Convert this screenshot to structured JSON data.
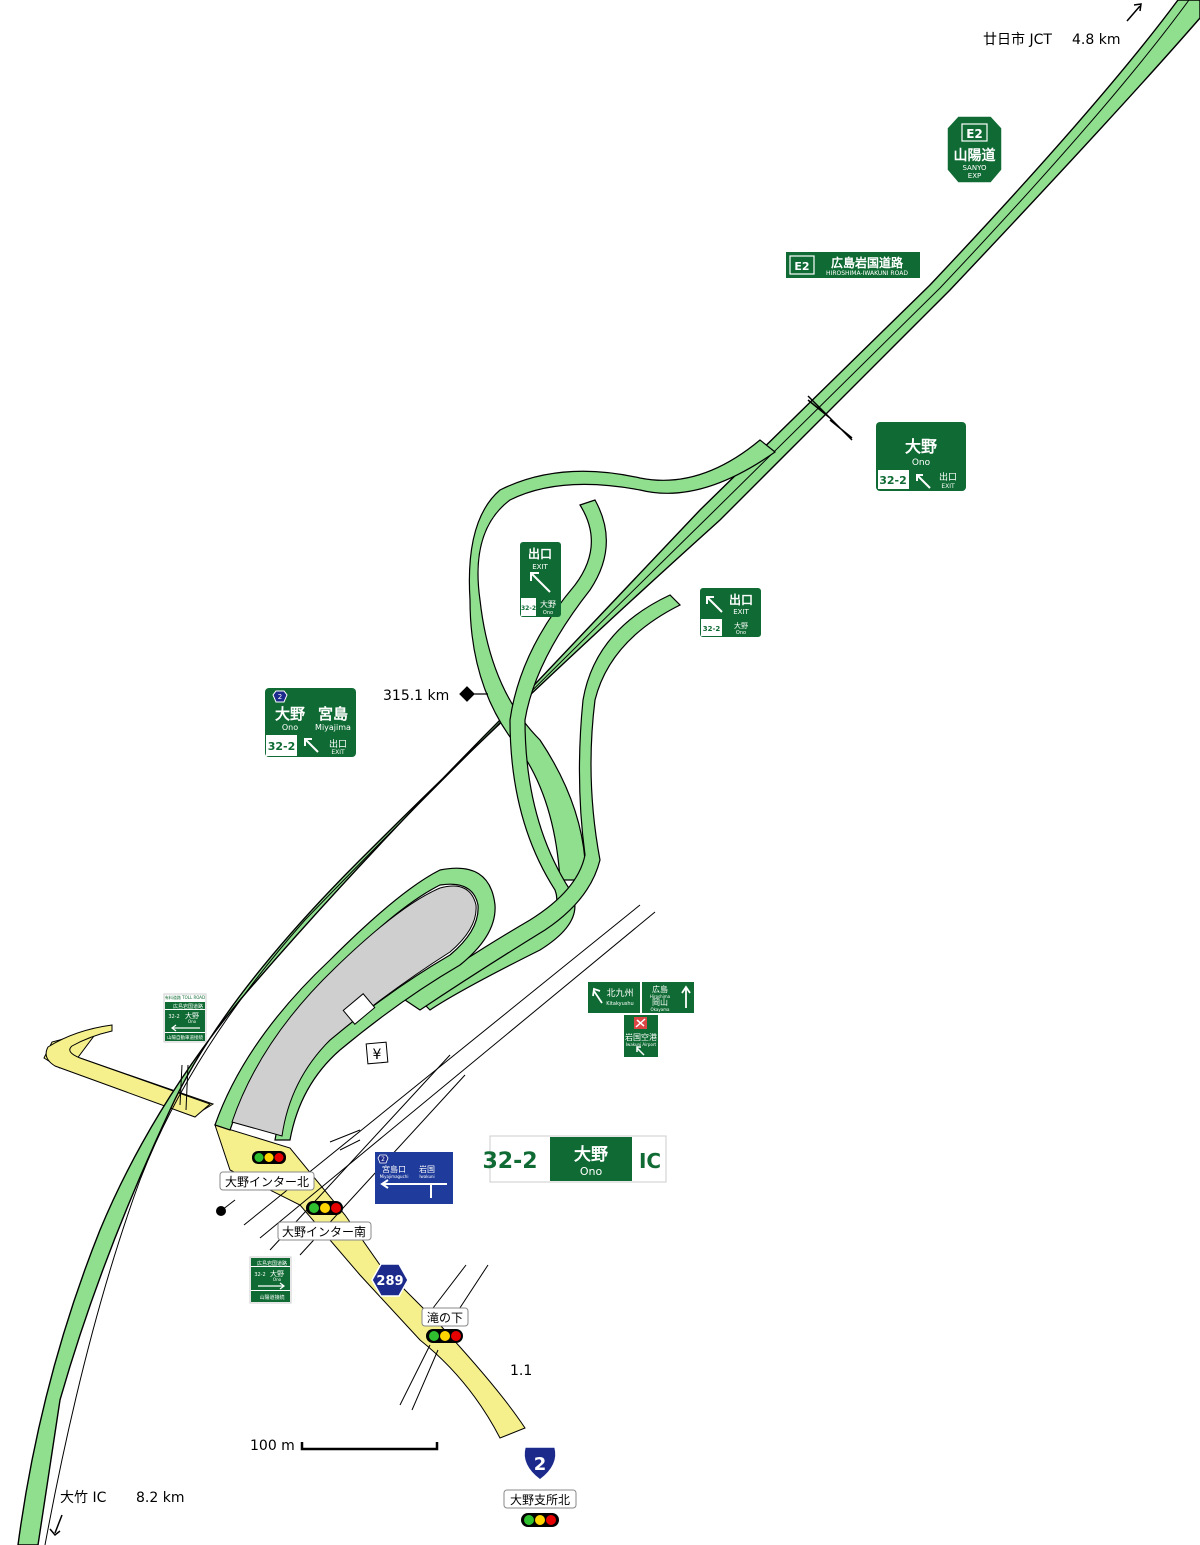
{
  "colors": {
    "expressway": "#8fdf8f",
    "expressway_edge": "#2f6f2f",
    "local_road": "#f5f08c",
    "toll_plaza": "#cfcfcf",
    "sign_green": "#0f6b33",
    "sign_blue": "#1f3b9b",
    "national_route": "#1c2a8c",
    "signal_red": "#e60000",
    "signal_yellow": "#ffd400",
    "signal_green": "#2fbf2f"
  },
  "directions": {
    "north": {
      "name": "廿日市 JCT",
      "distance": "4.8 km"
    },
    "south": {
      "name": "大竹 IC",
      "distance": "8.2 km"
    }
  },
  "shields": {
    "expressway_code": "E2",
    "expressway_name": "山陽道",
    "expressway_name_en": "SANYO",
    "expressway_suffix": "EXP",
    "road_name": "広島岩国道路",
    "road_name_en": "HIROSHIMA-IWAKUNI ROAD",
    "route_289": "289",
    "route_2": "2"
  },
  "kilopost": "315.1 km",
  "interchange": {
    "number": "32-2",
    "name": "大野",
    "name_en": "Ono",
    "suffix": "IC"
  },
  "signs": {
    "advance": {
      "name": "大野",
      "name_en": "Ono",
      "number": "32-2",
      "exit": "出口",
      "exit_en": "EXIT"
    },
    "gore": {
      "exit": "出口",
      "exit_en": "EXIT",
      "number": "32-2",
      "name": "大野",
      "name_en": "Ono"
    },
    "exit_right": {
      "exit": "出口",
      "exit_en": "EXIT",
      "number": "32-2",
      "name": "大野",
      "name_en": "Ono"
    },
    "southbound": {
      "route": "2",
      "name1": "大野",
      "name1_en": "Ono",
      "name2": "宮島",
      "name2_en": "Miyajima",
      "number": "32-2",
      "exit": "出口",
      "exit_en": "EXIT"
    },
    "ramp_guide": {
      "left": "北九州",
      "left_en": "Kitakyushu",
      "right1": "広島",
      "right1_en": "Hiroshima",
      "right2": "岡山",
      "right2_en": "Okayama",
      "airport": "岩国空港",
      "airport_en": "Iwakuni Airport"
    },
    "local_blue": {
      "route": "2",
      "left": "宮島口",
      "left_en": "Miyajimaguchi",
      "right": "岩国",
      "right_en": "Iwakuni"
    },
    "entrance_north": {
      "toll": "有料道路 TOLL ROAD",
      "road": "広島岩国道路",
      "number": "32-2",
      "name": "大野",
      "name_en": "Ono",
      "bottom": "山陽自動車道接続"
    },
    "entrance_south": {
      "road": "広島岩国道路",
      "number": "32-2",
      "name": "大野",
      "name_en": "Ono",
      "bottom": "山陽道接続"
    }
  },
  "intersections": {
    "ono_inter_kita": "大野インター北",
    "ono_inter_minami": "大野インター南",
    "takinoshita": "滝の下",
    "ono_shisho_kita": "大野支所北"
  },
  "local_distance": "1.1",
  "scale": "100 m",
  "toll_symbol": "¥"
}
